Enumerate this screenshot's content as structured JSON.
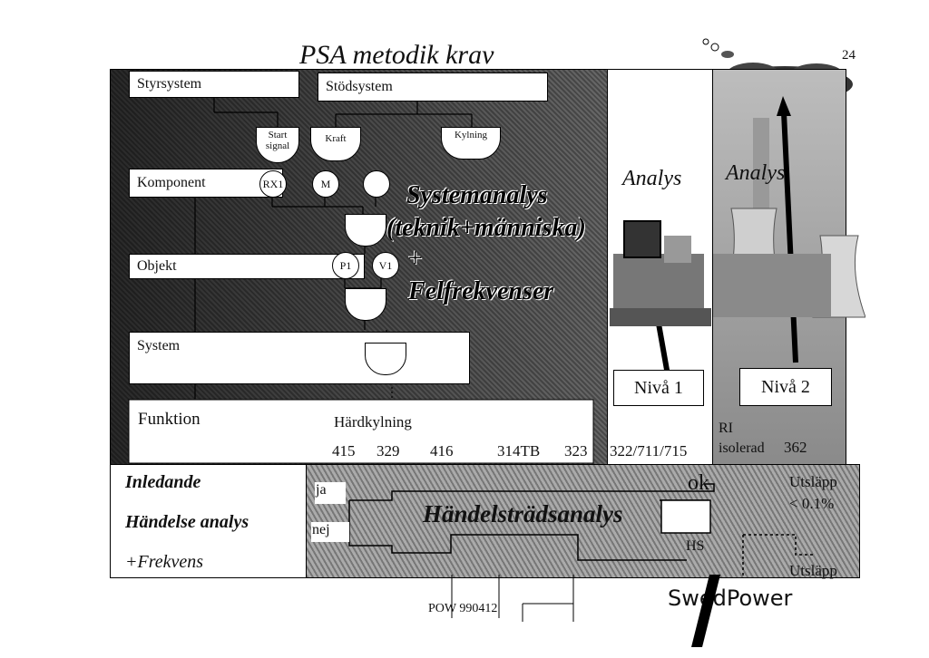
{
  "title": "PSA metodik krav",
  "page_number": "24",
  "boxes": {
    "styrsystem": "Styrsystem",
    "stodsystem": "Stödsystem",
    "komponent": "Komponent",
    "objekt": "Objekt",
    "system": "System",
    "funktion": "Funktion"
  },
  "gates": {
    "start_signal": "Start signal",
    "kraft": "Kraft",
    "kylning": "Kylning"
  },
  "circles": {
    "rx1": "RX1",
    "m": "M",
    "p1": "P1",
    "v1": "V1"
  },
  "overlay": {
    "line1": "Systemanalys",
    "line2": "(teknik+människa)",
    "plus": "+",
    "line3": "Felfrekvenser"
  },
  "analys_left": "Analys",
  "analys_right": "Analys",
  "niva1": "Nivå 1",
  "niva2": "Nivå 2",
  "function_row": {
    "hardkylning": "Härdkylning",
    "nums": [
      "415",
      "329",
      "416",
      "314TB",
      "323",
      "322/711/715"
    ],
    "ri": "RI",
    "isolerad": "isolerad",
    "n362": "362"
  },
  "event_left": {
    "line1": "Inledande",
    "line2": "Händelse analys",
    "line3": "+Frekvens"
  },
  "event_panel": {
    "ja": "ja",
    "nej": "nej",
    "ok": "ok",
    "hs": "HS",
    "handelse": "Händelsträdsanalys",
    "utslapp_top": "Utsläpp",
    "lt": "< 0.1%",
    "utslapp_bottom": "Utsläpp"
  },
  "footer": "POW 990412",
  "logo": "SwedPower"
}
